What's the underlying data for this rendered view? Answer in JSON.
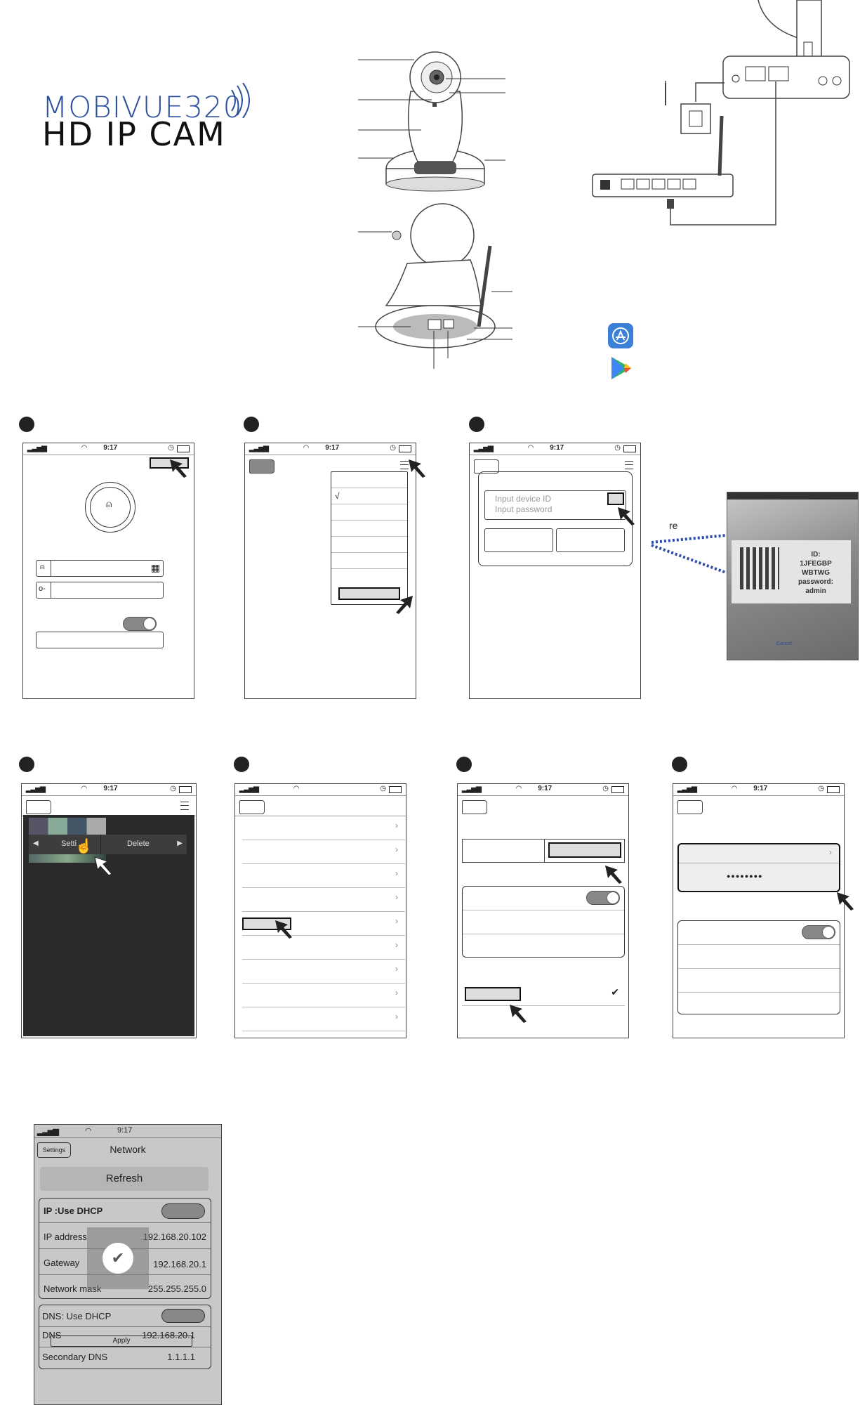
{
  "logo": {
    "line1": "MOBIVUE320",
    "line2": "HD IP CAM"
  },
  "colors": {
    "brand": "#2c4f9e",
    "connector": "#2d4aa8",
    "app_store_icon": "#3a7fd8"
  },
  "steps": {
    "s1": {
      "time": "9:17"
    },
    "s2": {
      "time": "9:17",
      "check": "√"
    },
    "s3": {
      "time": "9:17",
      "device_id_placeholder": "Input device ID",
      "password_placeholder": "Input password"
    },
    "s4": {
      "time": "9:17",
      "setting_label": "Setti",
      "delete_label": "Delete"
    },
    "s6": {
      "time": "9:17"
    },
    "s7": {
      "time": "9:17",
      "password_mask": "●●●●●●●●"
    }
  },
  "qr_screen": {
    "hint_text": "re",
    "id_label": "ID:",
    "id_value": "1JFEGBP",
    "id_value2": "WBTWG",
    "password_label": "password:",
    "password_value": "admin",
    "cancel": "Cancel"
  },
  "network_screen": {
    "time": "9:17",
    "back_label": "Settings",
    "title": "Network",
    "refresh_label": "Refresh",
    "ip_dhcp_label": "IP :Use DHCP",
    "ip_address_label": "IP address",
    "ip_address_value": "192.168.20.102",
    "gateway_label": "Gateway",
    "gateway_value": "192.168.20.1",
    "mask_label": "Network mask",
    "mask_value": "255.255.255.0",
    "dns_dhcp_label": "DNS: Use DHCP",
    "dns_label": "DNS",
    "dns_value": "192.168.20.1",
    "apply_label": "Apply",
    "secondary_dns_label": "Secondary DNS",
    "secondary_dns_value": "1.1.1.1"
  }
}
